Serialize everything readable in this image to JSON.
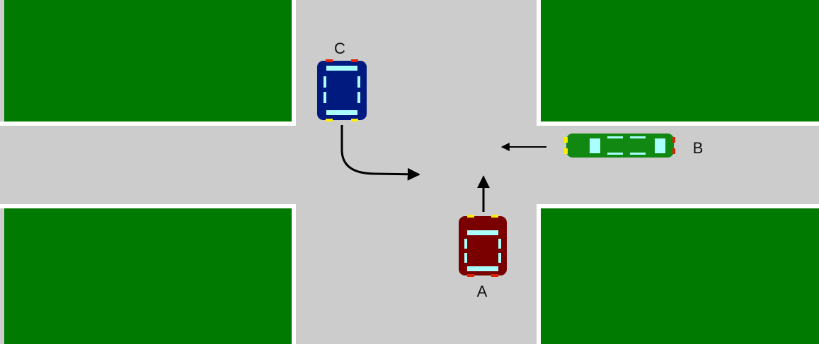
{
  "colors": {
    "grass": "#007a00",
    "road": "#cccccc",
    "curb": "#ffffff",
    "arrow": "#000000",
    "car_a": "#7a0000",
    "car_b": "#118811",
    "car_c": "#001a80",
    "window": "#aaffff",
    "headlight": "#ffee00",
    "taillight": "#dd2200"
  },
  "vehicles": [
    {
      "label": "A",
      "heading": "north",
      "maneuver": "straight"
    },
    {
      "label": "B",
      "heading": "west",
      "maneuver": "straight"
    },
    {
      "label": "C",
      "heading": "south",
      "maneuver": "turn-left"
    }
  ]
}
